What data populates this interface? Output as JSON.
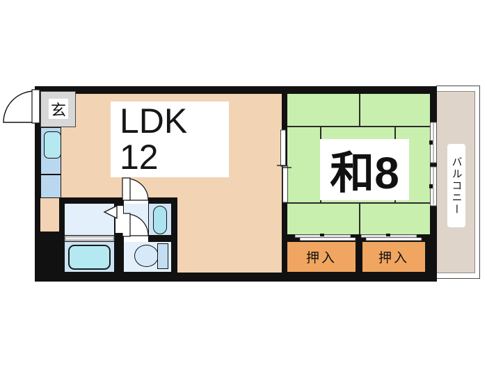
{
  "floorplan": {
    "type": "japanese-apartment-floor-plan",
    "rooms": {
      "ldk": {
        "name": "LDK",
        "size": "12"
      },
      "japanese_room": {
        "label": "和8"
      },
      "entrance": {
        "label": "玄"
      },
      "closet_left": {
        "label": "押入"
      },
      "closet_right": {
        "label": "押入"
      },
      "balcony": {
        "label": "バルコニー"
      }
    },
    "fixtures": [
      "entrance-door-swing",
      "kitchen-sink",
      "kitchen-counter",
      "washing-machine-folding-door",
      "vanity-basin",
      "bathtub",
      "toilet",
      "room-door-swing",
      "toilet-door-swing",
      "bath-sliding-door",
      "fusuma-sliding-door",
      "closet-fusuma",
      "balcony-window"
    ],
    "colors": {
      "wall": "#111111",
      "ldk_floor": "#f2d3b3",
      "tatami": "#c9efaf",
      "closet": "#f0a660",
      "entrance_tile": "#d8d8d8",
      "balcony_slab": "#ded4c9",
      "wet_room": "#e3f0fb",
      "bath_room": "#cbe3f5",
      "fixture_cyan": "#b4e9f2",
      "kitchen_counter": "#b9d7ef"
    }
  }
}
